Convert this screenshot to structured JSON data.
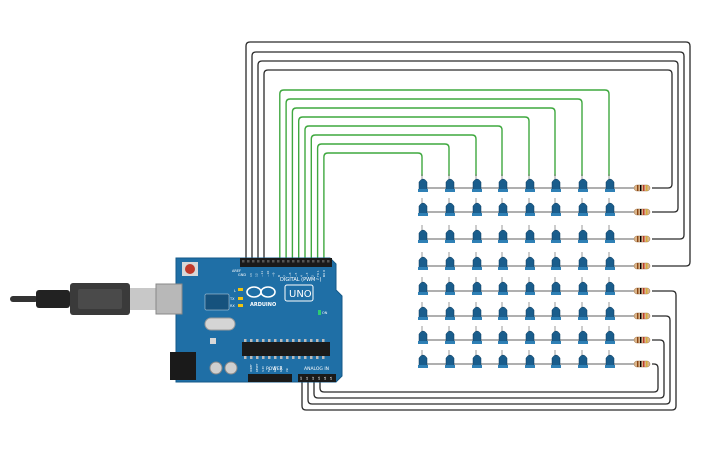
{
  "board": {
    "digital_label": "DIGITAL (PWM~)",
    "brand": "ARDUINO",
    "model": "UNO",
    "power_label": "POWER",
    "analog_label": "ANALOG IN",
    "aref": "AREF",
    "gnd": "GND",
    "led_l": "L",
    "led_tx": "TX",
    "led_rx": "RX",
    "on": "ON",
    "power_pins": [
      "IOREF",
      "RESET",
      "3.3V",
      "5V",
      "GND",
      "GND",
      "Vin"
    ],
    "analog_pins": [
      "A0",
      "A1",
      "A2",
      "A3",
      "A4",
      "A5"
    ],
    "digital_pins": [
      "13",
      "12",
      "~11",
      "~10",
      "~9",
      "8",
      "7",
      "~6",
      "~5",
      "4",
      "~3",
      "2",
      "TX 1",
      "RX 0"
    ]
  },
  "matrix": {
    "rows": 8,
    "cols": 8
  },
  "colors": {
    "board": "#1f6fa6",
    "board_edge": "#145a8a",
    "wire_black": "#2a2a2a",
    "wire_green": "#3fa83f",
    "led_body": "#1a5d8c",
    "led_top": "#2f80b5",
    "resistor": "#d9b48a"
  }
}
